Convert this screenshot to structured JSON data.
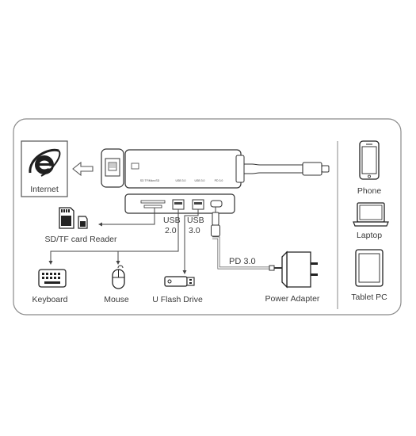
{
  "labels": {
    "internet": "Internet",
    "sd_tf_reader": "SD/TF card Reader",
    "usb_20": [
      "USB",
      "2.0"
    ],
    "usb_30": [
      "USB",
      "3.0"
    ],
    "pd": "PD 3.0",
    "keyboard": "Keyboard",
    "mouse": "Mouse",
    "u_flash_drive": "U Flash Drive",
    "power_adapter": "Power Adapter",
    "phone": "Phone",
    "laptop": "Laptop",
    "tablet_pc": "Tablet PC"
  },
  "hub_port_labels": [
    "SD TF/MicroSD",
    "USB 3.0",
    "USB 3.0",
    "PD 3.0"
  ]
}
